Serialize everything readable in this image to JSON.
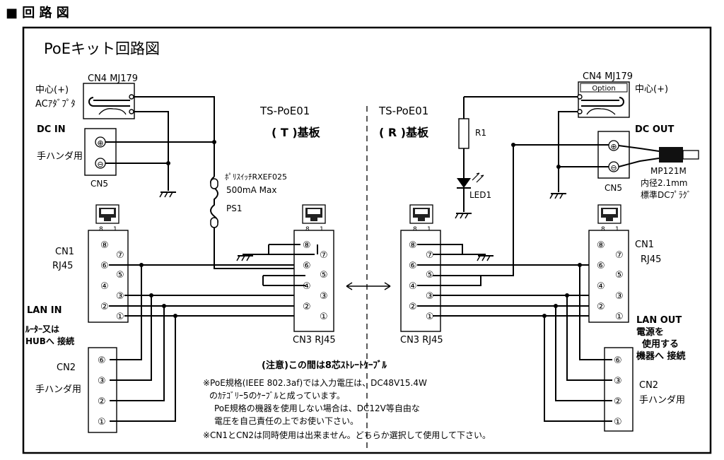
{
  "header": {
    "title": "■ 回 路 図"
  },
  "diagram": {
    "title": "PoEキット回路図",
    "left": {
      "center_plus": "中心(+)",
      "ac_adapter": "ACｱﾀﾞﾌﾟﾀ",
      "cn4": "CN4  MJ179",
      "dc_in": "DC IN",
      "hand_solder": "手ハンダ用",
      "cn5": "CN5",
      "polyswitch": "ﾎﾟﾘｽｲｯﾁRXEF025",
      "polyswitch_rating": "500mA Max",
      "ps1": "PS1",
      "cn1": "CN1",
      "rj45": "RJ45",
      "lan_in": "LAN IN",
      "router_line1": "ﾙｰﾀｰ又は",
      "router_line2": "HUBへ 接続",
      "cn2": "CN2",
      "hand_solder2": "手ハンダ用"
    },
    "board_t": {
      "name": "TS-PoE01",
      "board": "( T )基板",
      "cn3": "CN3  RJ45"
    },
    "board_r": {
      "name": "TS-PoE01",
      "board": "( R )基板",
      "cn3": "CN3  RJ45"
    },
    "right": {
      "cn4": "CN4  MJ179",
      "option": "Option",
      "center_plus": "中心(+)",
      "r1": "R1",
      "led1": "LED1",
      "dc_out": "DC OUT",
      "plug_model": "MP121M",
      "plug_inner": "内径2.1mm",
      "plug_std": "標準DCﾌﾟﾗｸﾞ",
      "cn5": "CN5",
      "cn1": "CN1",
      "rj45": "RJ45",
      "lan_out": "LAN OUT",
      "power_line1": "電源を",
      "power_line2": "使用する",
      "power_line3": "機器へ 接続",
      "cn2": "CN2",
      "hand_solder": "手ハンダ用"
    },
    "pin_labels": {
      "p8": "8",
      "p1": "1",
      "d1": "①",
      "d2": "②",
      "d3": "③",
      "d4": "④",
      "d5": "⑤",
      "d6": "⑥",
      "d7": "⑦",
      "d8": "⑧"
    },
    "caution": "(注意)この間は8芯ｽﾄﾚｰﾄｹｰﾌﾞﾙ",
    "notes": [
      "※PoE規格(IEEE 802.3af)では入力電圧は、DC48V15.4W",
      "のｶﾃｺﾞﾘｰ5のｹｰﾌﾞﾙと成っています。",
      "PoE規格の機器を使用しない場合は、DC12V等自由な",
      "電圧を自己責任の上でお使い下さい。",
      "※CN1とCN2は同時使用は出来ません。どちらか選択して使用して下さい。"
    ]
  }
}
